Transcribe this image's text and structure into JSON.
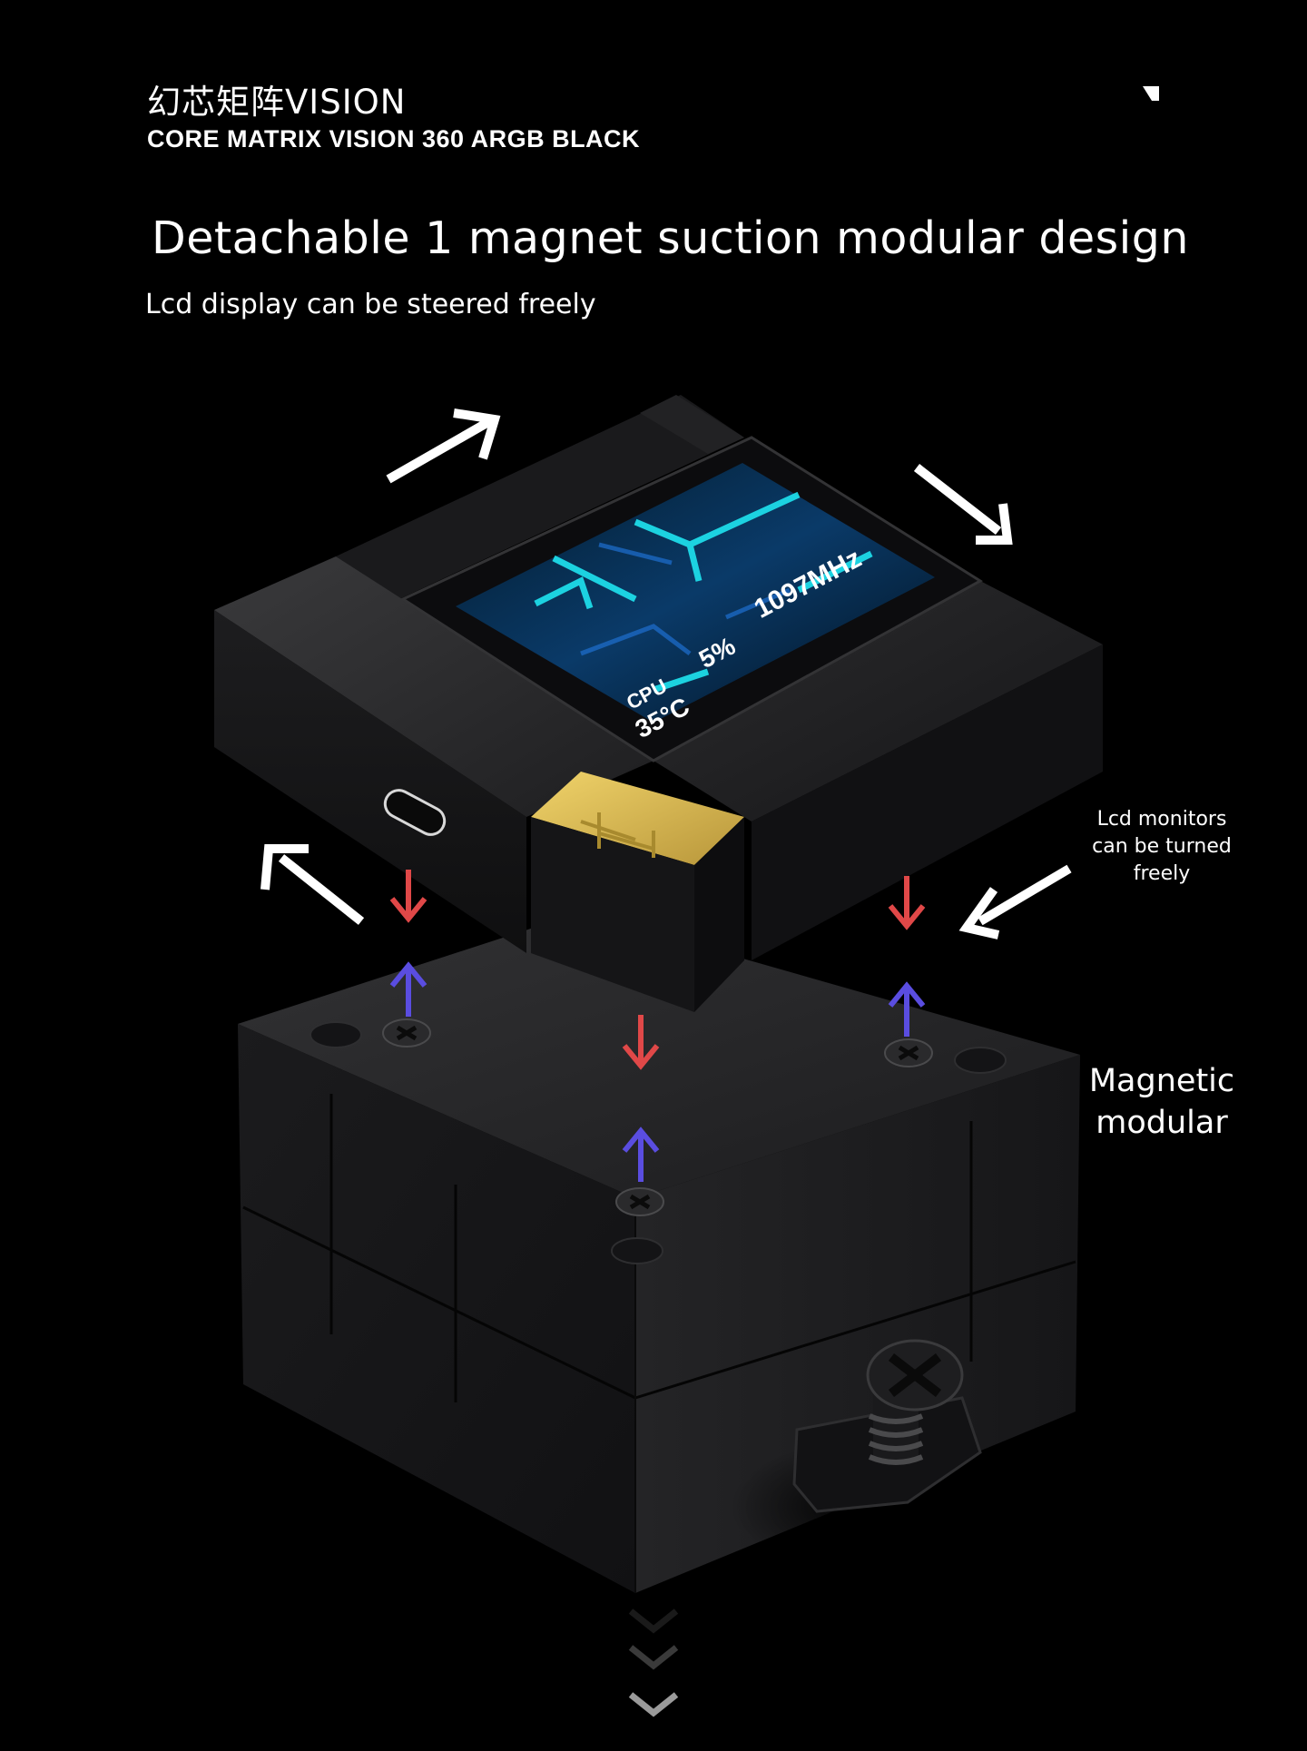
{
  "header": {
    "title_cn": "幻芯矩阵VISION",
    "model": "CORE MATRIX VISION 360 ARGB BLACK"
  },
  "hero": {
    "headline": "Detachable 1 magnet suction modular design",
    "subline": "Lcd display can be steered freely"
  },
  "screen": {
    "cpu_label": "CPU",
    "temperature": "35°C",
    "load": "5%",
    "frequency": "1097MHz"
  },
  "annotations": {
    "lcd_note_lines": [
      "Lcd monitors",
      "can be turned",
      "freely"
    ],
    "magnetic_note_lines": [
      "Magnetic",
      "modular"
    ]
  },
  "colors": {
    "background": "#000000",
    "text": "#ffffff",
    "attract_arrow": "#e04848",
    "repel_arrow": "#5a4de0",
    "accent_cyan": "#1fe4f0",
    "gold_logo": "#d9b84e"
  },
  "icons": [
    "rotate-arrow-icon",
    "magnet-down-arrow-icon",
    "magnet-up-arrow-icon",
    "usb-c-port-icon",
    "screw-icon",
    "scroll-down-chevron-icon"
  ]
}
